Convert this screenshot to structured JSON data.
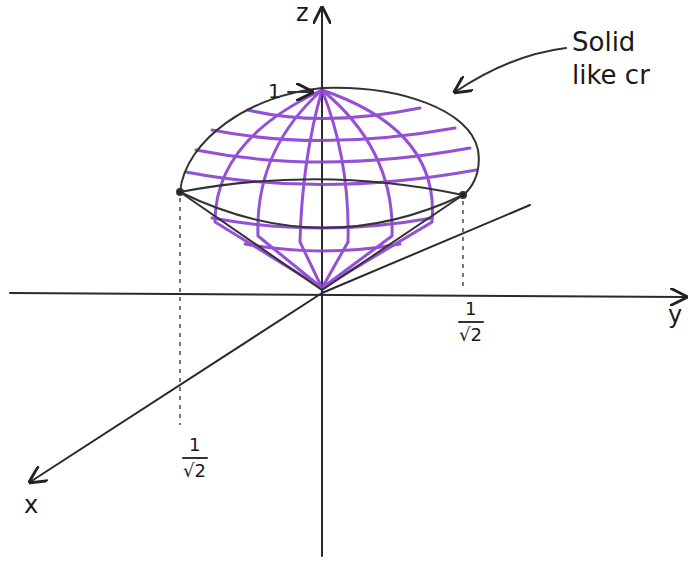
{
  "diagram": {
    "labels": [
      "z",
      "1",
      "Solid like cr",
      "y",
      "1",
      "√2",
      "1",
      "√2",
      "x"
    ]
  }
}
